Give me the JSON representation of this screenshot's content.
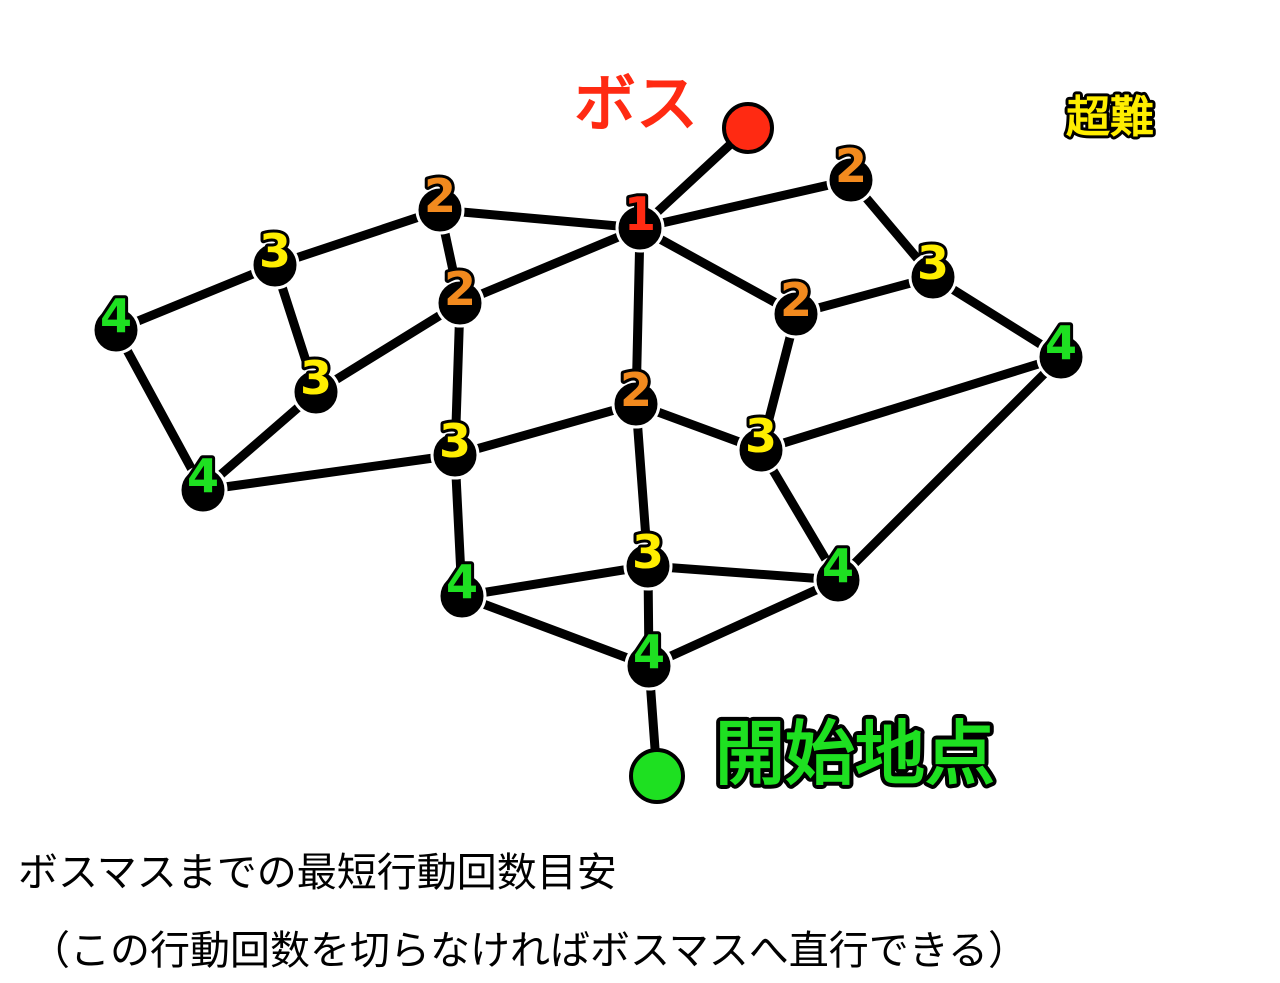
{
  "labels": {
    "boss": "ボス",
    "start": "開始地点",
    "difficulty": "超難"
  },
  "colors": {
    "boss": "#ff2a12",
    "start": "#1ee021",
    "difficulty": "#ffee00",
    "step1": "#ff2a12",
    "step2": "#f28a1e",
    "step3": "#ffee00",
    "step4": "#1ee021"
  },
  "nodes": [
    {
      "id": "boss",
      "kind": "boss"
    },
    {
      "id": "start",
      "kind": "start"
    },
    {
      "id": "n1",
      "step": "1"
    },
    {
      "id": "n2a",
      "step": "2"
    },
    {
      "id": "n2b",
      "step": "2"
    },
    {
      "id": "n2c",
      "step": "2"
    },
    {
      "id": "n2d",
      "step": "2"
    },
    {
      "id": "n2e",
      "step": "2"
    },
    {
      "id": "n3a",
      "step": "3"
    },
    {
      "id": "n3b",
      "step": "3"
    },
    {
      "id": "n3c",
      "step": "3"
    },
    {
      "id": "n3d",
      "step": "3"
    },
    {
      "id": "n3e",
      "step": "3"
    },
    {
      "id": "n3f",
      "step": "3"
    },
    {
      "id": "n4a",
      "step": "4"
    },
    {
      "id": "n4b",
      "step": "4"
    },
    {
      "id": "n4c",
      "step": "4"
    },
    {
      "id": "n4d",
      "step": "4"
    },
    {
      "id": "n4e",
      "step": "4"
    },
    {
      "id": "n4f",
      "step": "4"
    }
  ],
  "edges": [
    [
      "n1",
      "boss"
    ],
    [
      "n1",
      "n2a"
    ],
    [
      "n1",
      "n2b"
    ],
    [
      "n1",
      "n2c"
    ],
    [
      "n1",
      "n2d"
    ],
    [
      "n1",
      "n2e"
    ],
    [
      "n2a",
      "n3a"
    ],
    [
      "n2a",
      "n2b"
    ],
    [
      "n3a",
      "n4a"
    ],
    [
      "n3a",
      "n3b"
    ],
    [
      "n4a",
      "n4b"
    ],
    [
      "n4b",
      "n3b"
    ],
    [
      "n3b",
      "n2b"
    ],
    [
      "n2b",
      "n3c"
    ],
    [
      "n3c",
      "n4b"
    ],
    [
      "n3c",
      "n4c"
    ],
    [
      "n3c",
      "n2c"
    ],
    [
      "n2c",
      "n3d"
    ],
    [
      "n2c",
      "n3e"
    ],
    [
      "n3d",
      "n4c"
    ],
    [
      "n3d",
      "n4d"
    ],
    [
      "n3d",
      "n4e"
    ],
    [
      "n4c",
      "n4e"
    ],
    [
      "n4d",
      "n4e"
    ],
    [
      "n4e",
      "start"
    ],
    [
      "n2d",
      "n3f"
    ],
    [
      "n3f",
      "n2e"
    ],
    [
      "n3f",
      "n4f"
    ],
    [
      "n2d",
      "n3e"
    ],
    [
      "n3e",
      "n4f"
    ],
    [
      "n3e",
      "n4d"
    ],
    [
      "n4f",
      "n4d"
    ]
  ],
  "caption": {
    "line1": "ボスマスまでの最短行動回数目安",
    "line2": "（この行動回数を切らなければボスマスへ直行できる）"
  }
}
